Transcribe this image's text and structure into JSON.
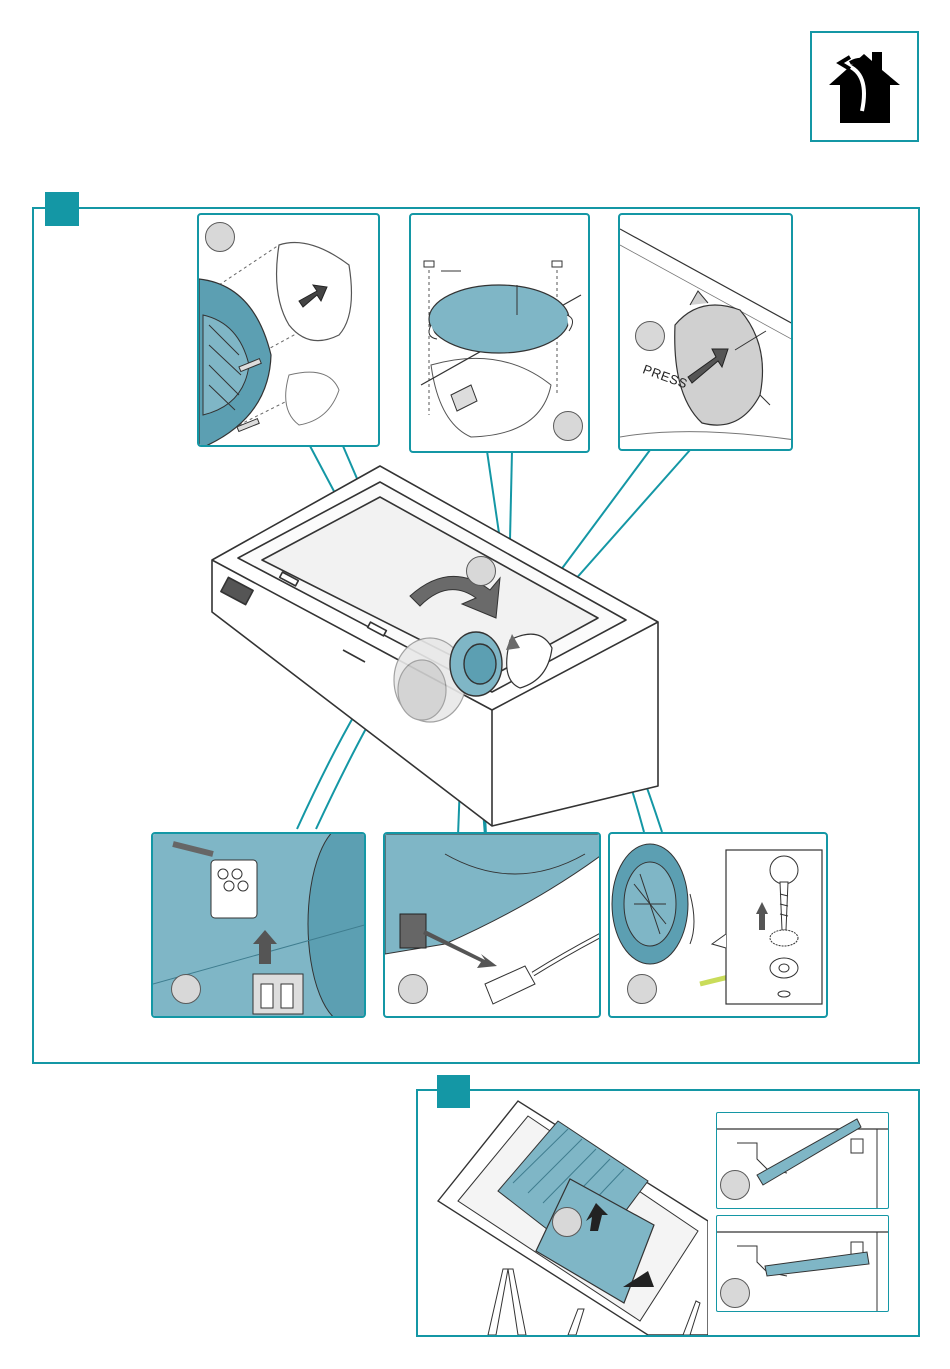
{
  "icon": {
    "name": "install-home-icon"
  },
  "colors": {
    "accent": "#1497a5",
    "part_fill": "#7fb6c6",
    "line": "#333333",
    "circle_fill": "#d8d8d8",
    "ground_wire": "#c9dc5a"
  },
  "section1": {
    "top_details": [
      {
        "name": "detail-fan-mount"
      },
      {
        "name": "detail-cover-plate"
      },
      {
        "name": "detail-press-cover",
        "label": "PRESS"
      }
    ],
    "bottom_details": [
      {
        "name": "detail-connector-plug"
      },
      {
        "name": "detail-power-cable"
      },
      {
        "name": "detail-ground-screw"
      }
    ]
  },
  "section2": {
    "details": [
      {
        "name": "detail-filter-angle-1"
      },
      {
        "name": "detail-filter-angle-2"
      }
    ]
  }
}
